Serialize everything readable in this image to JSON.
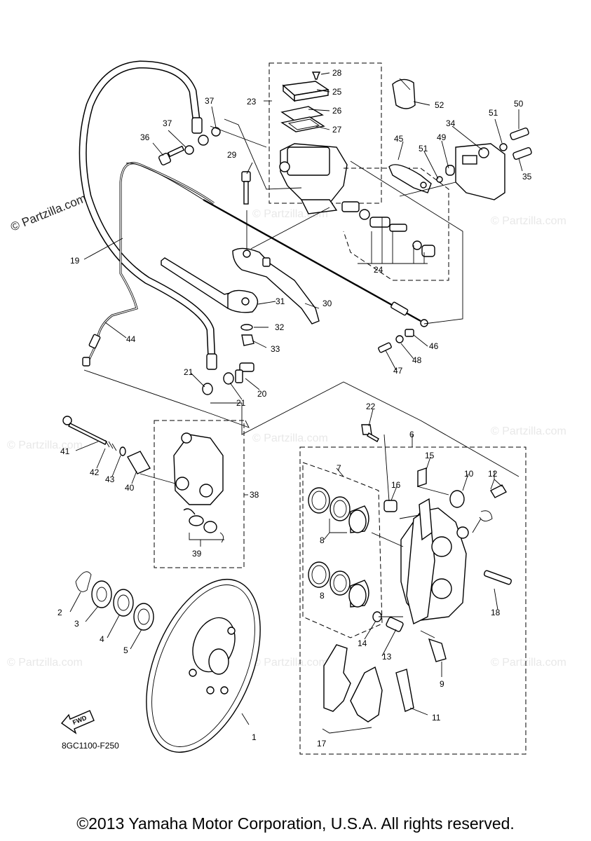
{
  "diagram": {
    "code": "8GC1100-F250",
    "fwd_label": "FWD",
    "watermark": "© Partzilla.com",
    "copyright": "©2013 Yamaha Motor Corporation, U.S.A. All rights reserved.",
    "callouts": [
      "1",
      "2",
      "3",
      "4",
      "5",
      "6",
      "7",
      "8",
      "9",
      "10",
      "11",
      "12",
      "13",
      "14",
      "15",
      "16",
      "17",
      "18",
      "19",
      "20",
      "21",
      "21",
      "22",
      "23",
      "24",
      "25",
      "26",
      "27",
      "28",
      "29",
      "30",
      "31",
      "32",
      "33",
      "34",
      "35",
      "36",
      "37",
      "37",
      "38",
      "39",
      "40",
      "41",
      "42",
      "43",
      "44",
      "45",
      "46",
      "47",
      "48",
      "49",
      "50",
      "51",
      "51",
      "52",
      "8"
    ]
  }
}
